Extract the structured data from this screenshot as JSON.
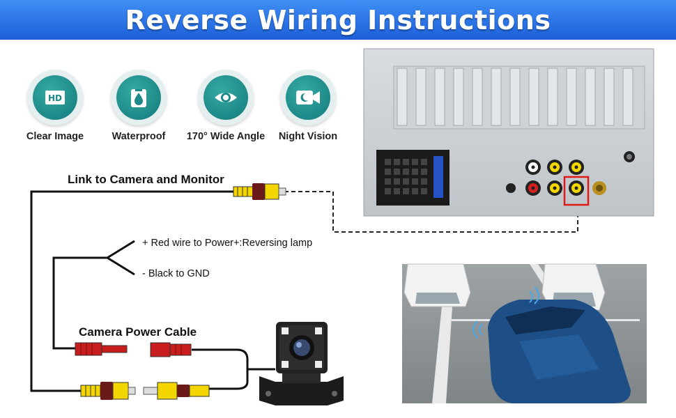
{
  "header": {
    "title": "Reverse Wiring Instructions"
  },
  "features": [
    {
      "icon": "hd-icon",
      "label": "Clear Image"
    },
    {
      "icon": "water-drop-icon",
      "label": "Waterproof"
    },
    {
      "icon": "eye-icon",
      "label": "170° Wide Angle"
    },
    {
      "icon": "night-camera-icon",
      "label": "Night Vision"
    }
  ],
  "labels": {
    "link_to_monitor": "Link to Camera and Monitor",
    "red_wire": "+ Red wire to Power+:Reversing lamp",
    "black_wire": "- Black to GND",
    "power_cable": "Camera Power Cable"
  },
  "colors": {
    "header": "#2a75e6",
    "icon_teal": "#1e8a88",
    "wire": "#111111",
    "rca_yellow": "#f3d500",
    "rca_red": "#d42020",
    "highlight": "#e01818",
    "car_blue": "#1d4f86"
  }
}
